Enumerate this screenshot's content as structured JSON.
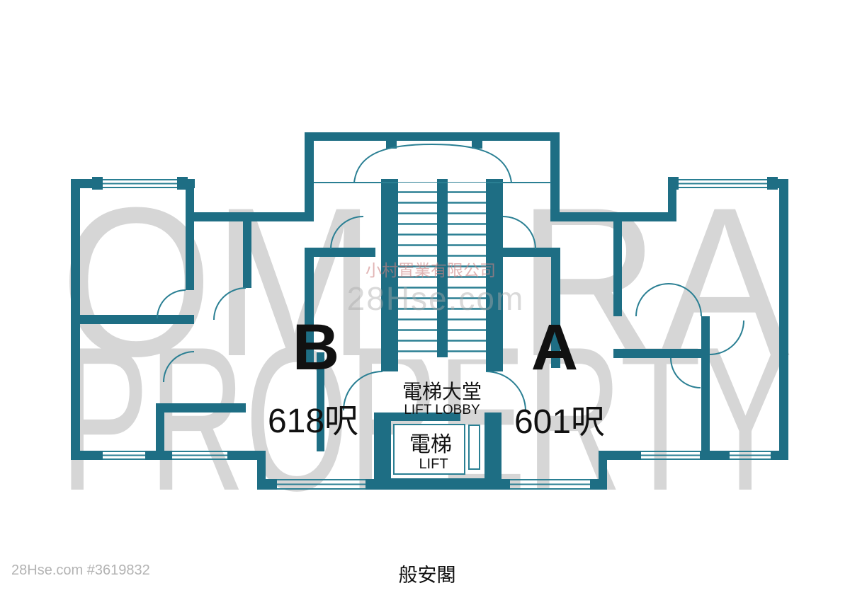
{
  "watermarks": {
    "brand_line1": "OMURA",
    "brand_line2": "PROPERTY",
    "agency": "小村置業有限公司",
    "site": "28Hse.com"
  },
  "footer": {
    "listing_id": "28Hse.com #3619832",
    "building_name": "般安閣"
  },
  "units": [
    {
      "label": "B",
      "area": "618呎"
    },
    {
      "label": "A",
      "area": "601呎"
    }
  ],
  "core": {
    "lift_lobby_zh": "電梯大堂",
    "lift_lobby_en": "LIFT LOBBY",
    "lift_zh": "電梯",
    "lift_en": "LIFT"
  },
  "colors": {
    "wall": "#1e6e84",
    "thin_line": "#2a7f93",
    "brand_watermark": "#d6d6d6",
    "agency_watermark": "#cd8282",
    "site_watermark": "#aaaaaa",
    "label_text": "#111111",
    "footer_gray": "#b3b3b3"
  }
}
